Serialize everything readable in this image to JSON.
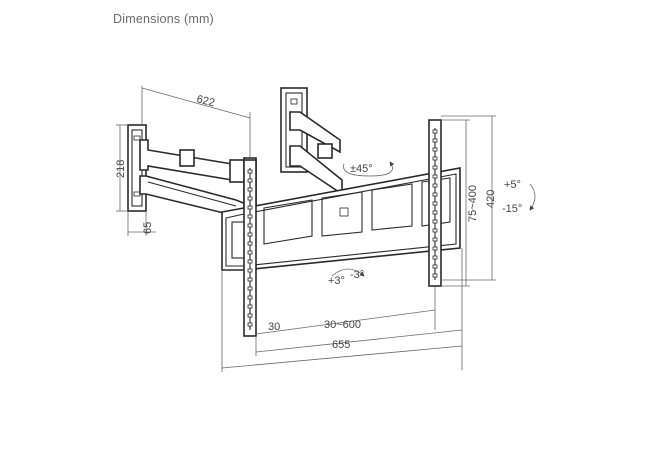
{
  "title": "Dimensions (mm)",
  "dimensions": {
    "arm_extension": "622",
    "wall_plate_height": "218",
    "wall_plate_depth": "65",
    "vesa_vertical": "75~400",
    "rail_height": "420",
    "vesa_horizontal": "30~600",
    "offset_left": "30",
    "total_width": "655"
  },
  "rotations": {
    "swivel": "±45°",
    "tilt_up": "+5°",
    "tilt_down": "-15°",
    "level_plus": "+3°",
    "level_minus": "-3°"
  },
  "colors": {
    "line": "#2a2a2a",
    "dimension": "#6a6a6a",
    "text": "#444444",
    "background": "#ffffff"
  }
}
